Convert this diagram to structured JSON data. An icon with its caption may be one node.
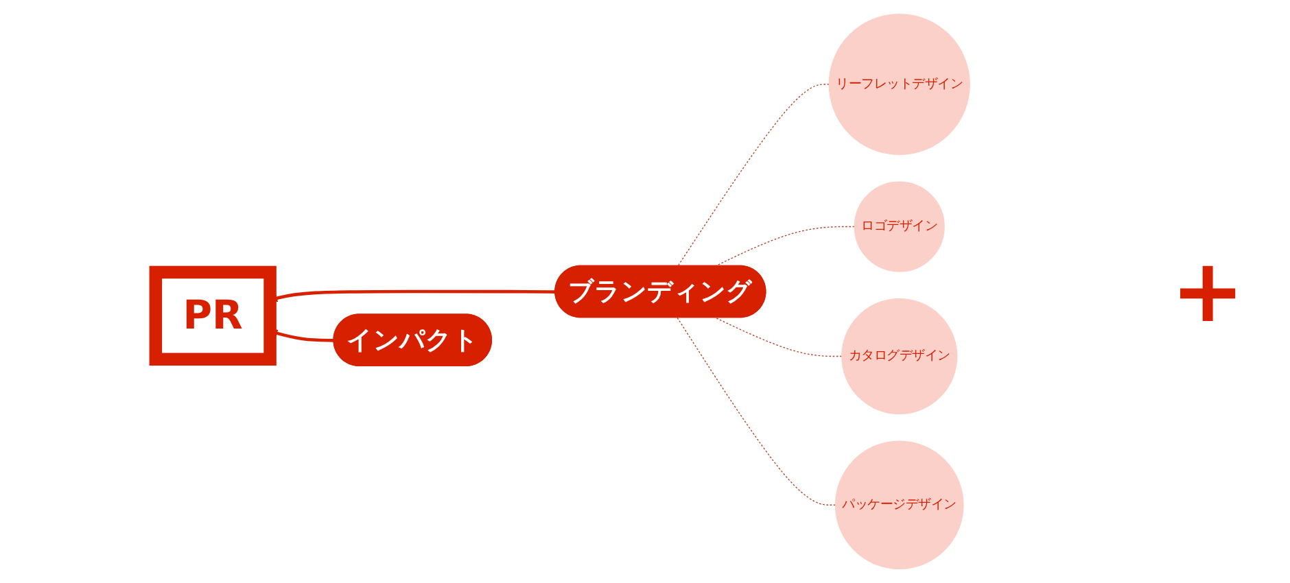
{
  "diagram": {
    "nodes": [
      {
        "text": [
          "PR"
        ]
      },
      {
        "text": [
          "ブランディング"
        ]
      },
      {
        "text": [
          "インパクト"
        ]
      },
      {
        "text": [
          "リーフレットデザイン"
        ]
      },
      {
        "text": [
          "ロゴデザイン"
        ]
      },
      {
        "text": [
          "カタログデザイン"
        ]
      },
      {
        "text": [
          "パッケージデザイン"
        ]
      }
    ],
    "edges": [
      {
        "from": 1,
        "to": 0,
        "arrow": "to",
        "style": "thick"
      },
      {
        "from": 2,
        "to": 0,
        "arrow": "to",
        "style": "thick"
      },
      {
        "from": 3,
        "to": 1,
        "arrow": "none",
        "style": "dashed"
      },
      {
        "from": 4,
        "to": 1,
        "arrow": "none",
        "style": "dashed"
      },
      {
        "from": 5,
        "to": 1,
        "arrow": "none",
        "style": "dashed"
      },
      {
        "from": 6,
        "to": 1,
        "arrow": "none",
        "style": "dashed"
      }
    ],
    "labels": [
      "+"
    ]
  }
}
